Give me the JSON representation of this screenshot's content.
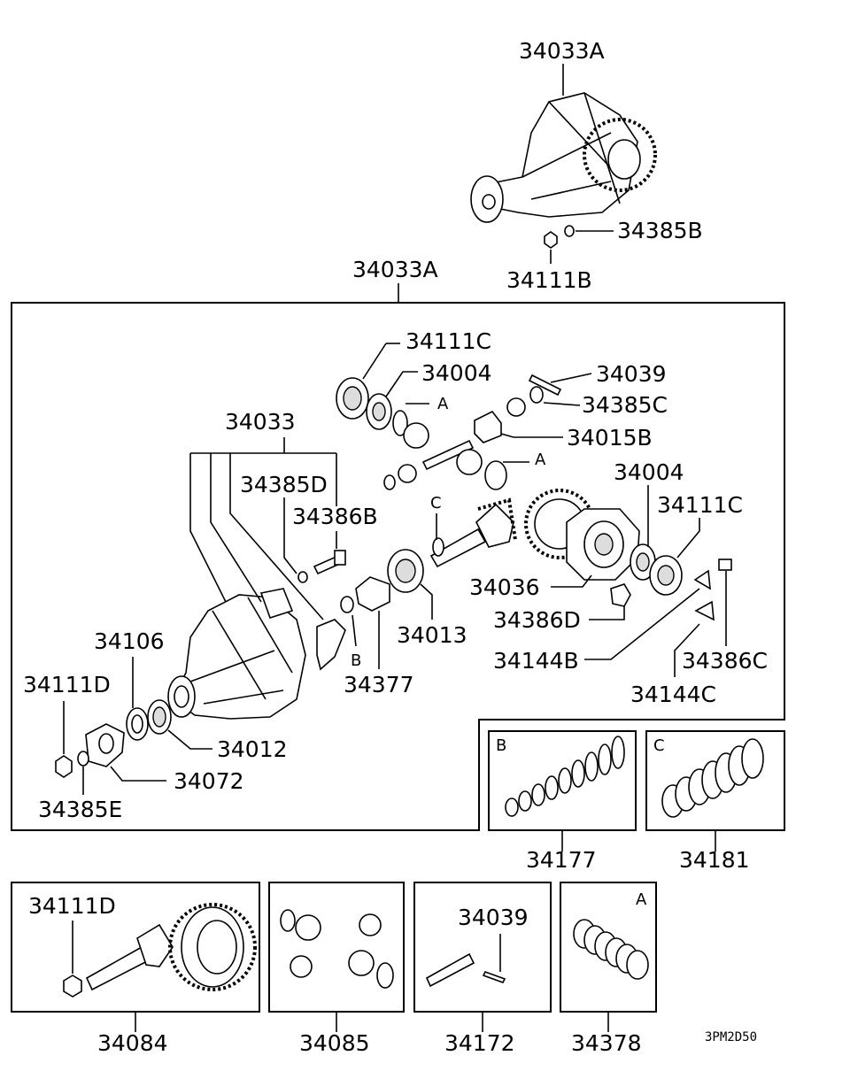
{
  "labels": {
    "top_assembly": "34033A",
    "top_nut": "34111B",
    "top_washer": "34385B",
    "main_assembly": "34033A",
    "bearing_c_left": "34111C",
    "race_left": "34004",
    "pin": "34039",
    "washer_c": "34385C",
    "block": "34015B",
    "carrier": "34033",
    "washer_d": "34385D",
    "bolt_b": "34386B",
    "race_right": "34004",
    "bearing_c_right": "34111C",
    "case": "34036",
    "bolt_d": "34386D",
    "bearing_013": "34013",
    "spacer": "34377",
    "lock_b": "34144B",
    "bolt_c": "34386C",
    "lock_c": "34144C",
    "seal": "34106",
    "nut_d": "34111D",
    "bearing_012": "34012",
    "flange": "34072",
    "washer_e": "34385E",
    "shims_b": "34177",
    "shims_c": "34181",
    "gearset": "34084",
    "gearset_nut": "34111D",
    "pinion_kit": "34085",
    "shaft_kit": "34172",
    "shaft_kit_pin": "34039",
    "washer_kit": "34378"
  },
  "callouts": {
    "a1": "A",
    "a2": "A",
    "b1": "B",
    "c1": "C",
    "box_b": "B",
    "box_c": "C",
    "box_a": "A"
  },
  "drawing_code": "3PM2D50"
}
